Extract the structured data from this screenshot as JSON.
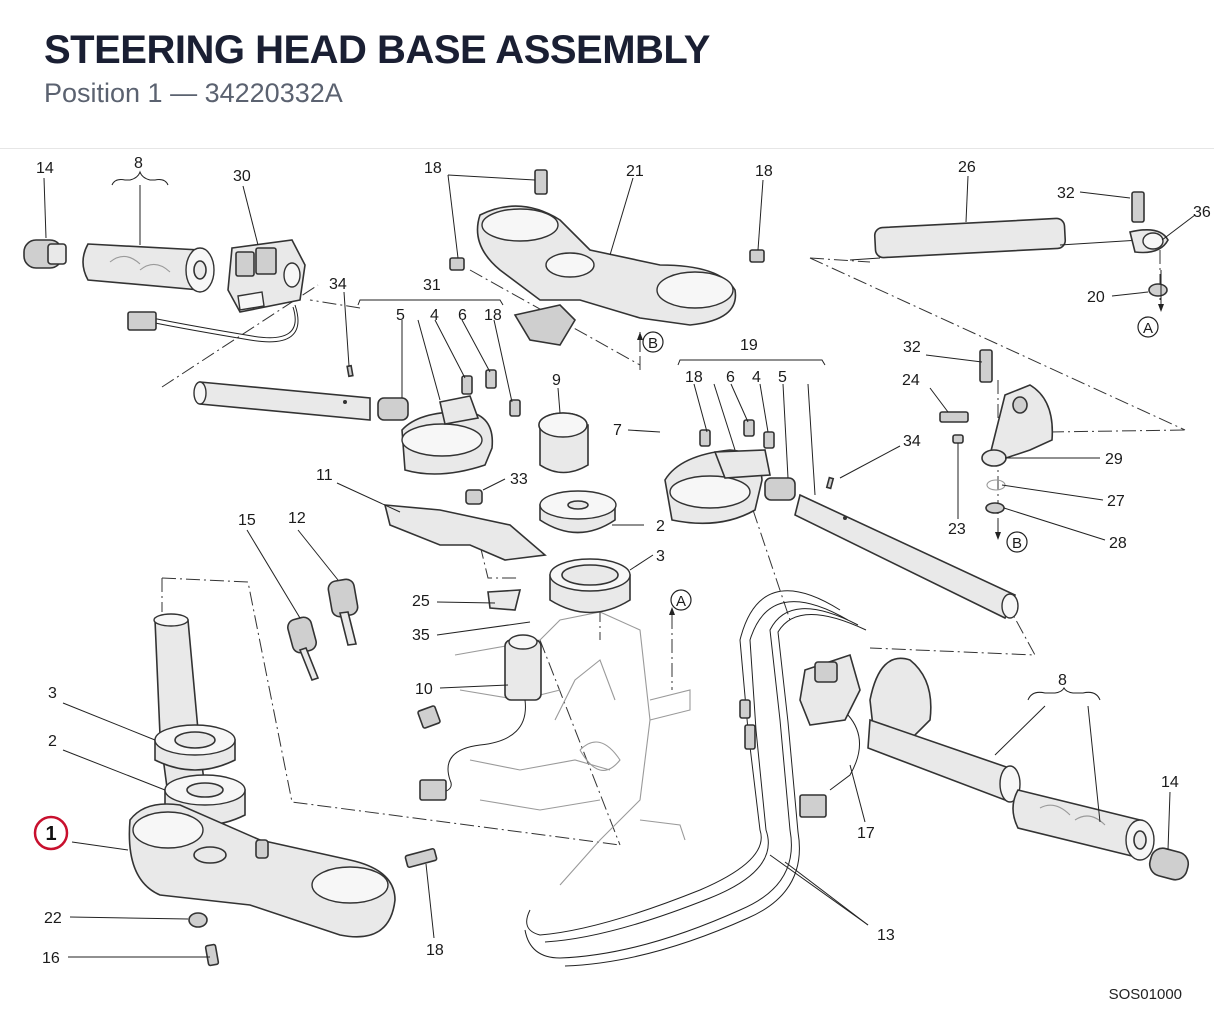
{
  "header": {
    "title": "STEERING HEAD BASE ASSEMBLY",
    "position_label": "Position 1",
    "separator": "—",
    "part_number": "34220332A"
  },
  "highlight": {
    "label": "1",
    "color": "#c8102e"
  },
  "callouts": {
    "c14a": "14",
    "c8a": "8",
    "c30": "30",
    "c18a": "18",
    "c21": "21",
    "c18b": "18",
    "c26": "26",
    "c32a": "32",
    "c36": "36",
    "c20": "20",
    "c34a": "34",
    "c31": "31",
    "c5a": "5",
    "c4a": "4",
    "c6a": "6",
    "c18c": "18",
    "c9": "9",
    "c19": "19",
    "c18d": "18",
    "c6b": "6",
    "c4b": "4",
    "c5b": "5",
    "c32b": "32",
    "c24": "24",
    "c7": "7",
    "c34b": "34",
    "c11": "11",
    "c33": "33",
    "c2a": "2",
    "c29": "29",
    "c15": "15",
    "c12": "12",
    "c3a": "3",
    "c27": "27",
    "c23": "23",
    "c28": "28",
    "c25": "25",
    "c35": "35",
    "c10": "10",
    "c3b": "3",
    "c2b": "2",
    "c17": "17",
    "c8b": "8",
    "c14b": "14",
    "c22": "22",
    "c16": "16",
    "c18e": "18",
    "c13": "13"
  },
  "markers": {
    "A": "A",
    "B": "B"
  },
  "drawing_code": "SOS01000",
  "colors": {
    "title": "#1a1f33",
    "subtitle": "#5b6270",
    "accent": "#c8102e"
  }
}
